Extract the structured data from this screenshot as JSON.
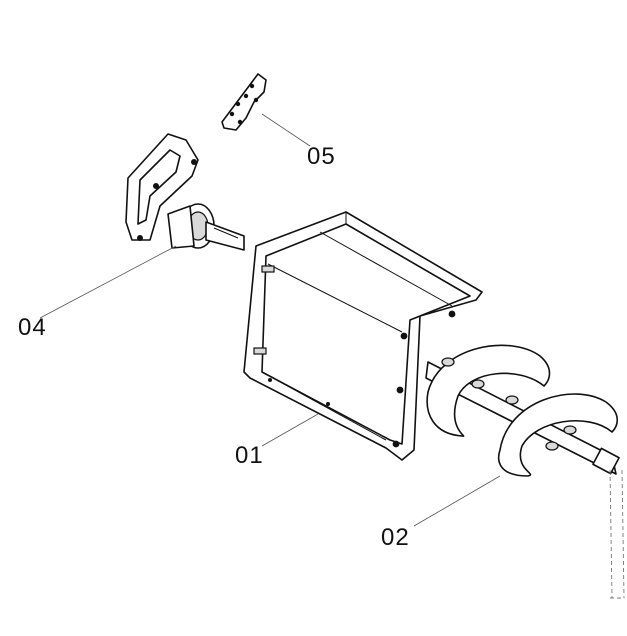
{
  "parts": [
    {
      "number": "01"
    },
    {
      "number": "02"
    },
    {
      "number": "04"
    },
    {
      "number": "05"
    }
  ],
  "colors": {
    "line": "#111111",
    "leader": "#555555",
    "shade": "#d9d9d9",
    "background": "#ffffff"
  }
}
